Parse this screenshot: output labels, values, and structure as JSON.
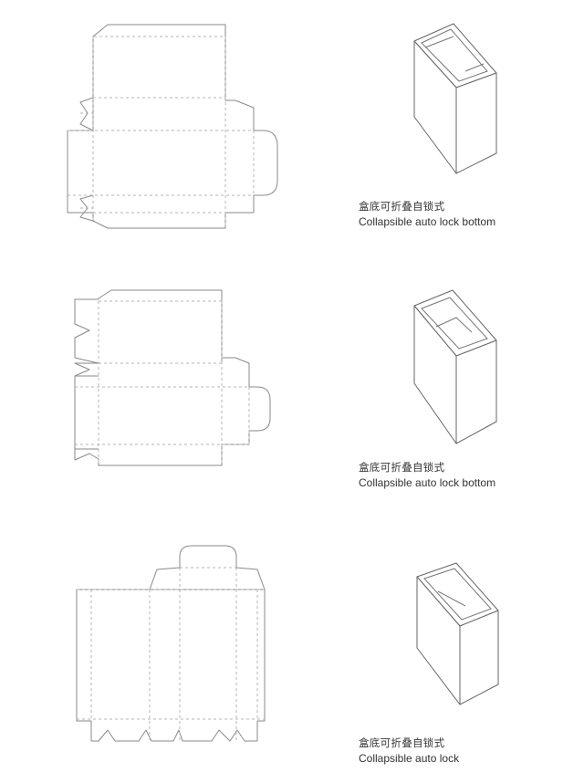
{
  "designs": [
    {
      "caption_cn": "盒底可折叠自锁式",
      "caption_en": "Collapsible auto lock bottom"
    },
    {
      "caption_cn": "盒底可折叠自锁式",
      "caption_en": "Collapsible auto lock bottom"
    },
    {
      "caption_cn": "盒底可折叠自锁式",
      "caption_en": "Collapsible auto lock"
    }
  ]
}
